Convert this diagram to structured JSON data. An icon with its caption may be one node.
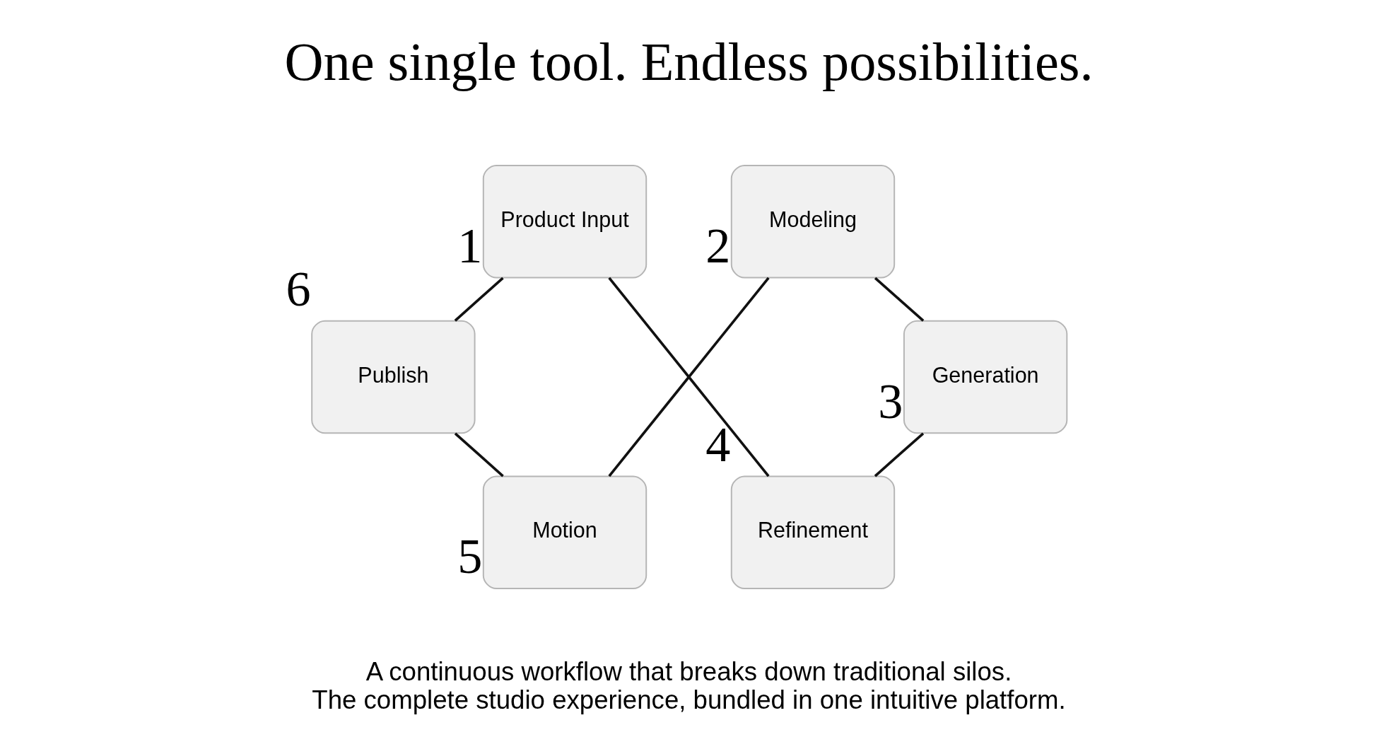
{
  "diagram": {
    "title": "One single tool. Endless possibilities.",
    "caption": "A continuous workflow that breaks down traditional silos. The complete studio experience, bundled in one intuitive platform.",
    "nodes": [
      {
        "text": [
          "Product Input"
        ],
        "beside": [
          "1"
        ]
      },
      {
        "text": [
          "Modeling"
        ],
        "beside": [
          "2"
        ]
      },
      {
        "text": [
          "Generation"
        ],
        "beside": [
          "3"
        ]
      },
      {
        "text": [
          "Refinement"
        ],
        "beside": [
          "4"
        ]
      },
      {
        "text": [
          "Motion"
        ],
        "beside": [
          "5"
        ]
      },
      {
        "text": [
          "Publish"
        ],
        "beside": [
          "6"
        ]
      }
    ],
    "edges": [
      {
        "from": 0,
        "to": 3,
        "arrow": "none"
      },
      {
        "from": 1,
        "to": 2,
        "arrow": "none"
      },
      {
        "from": 2,
        "to": 3,
        "arrow": "none"
      },
      {
        "from": 1,
        "to": 4,
        "arrow": "none"
      },
      {
        "from": 5,
        "to": 4,
        "arrow": "none"
      },
      {
        "from": 0,
        "to": 5,
        "arrow": "none"
      }
    ]
  }
}
